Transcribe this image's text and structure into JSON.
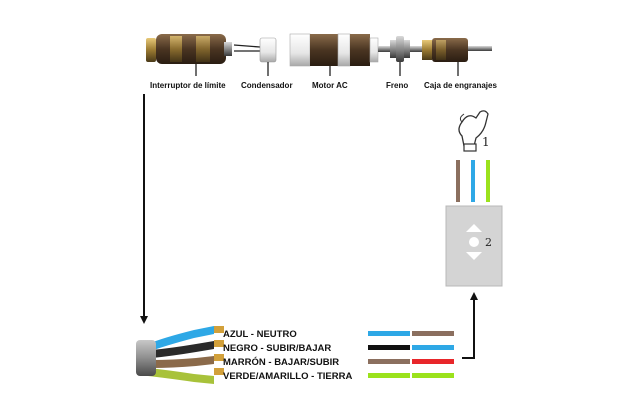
{
  "components": [
    {
      "id": "limit-switch",
      "label": "Interruptor de límite"
    },
    {
      "id": "capacitor",
      "label": "Condensador"
    },
    {
      "id": "ac-motor",
      "label": "Motor  AC"
    },
    {
      "id": "brake",
      "label": "Freno"
    },
    {
      "id": "gearbox",
      "label": "Caja de engranajes"
    }
  ],
  "wires": [
    {
      "label": "AZUL - NEUTRO",
      "colors": [
        "#2ea8e6",
        "#8b6f5f"
      ]
    },
    {
      "label": "NEGRO -  SUBIR/BAJAR",
      "colors": [
        "#111111",
        "#2ea8e6"
      ]
    },
    {
      "label": "MARRÓN - BAJAR/SUBIR",
      "colors": [
        "#8b6f5f",
        "#e8262a"
      ]
    },
    {
      "label": "VERDE/AMARILLO - TIERRA",
      "colors": [
        "#9be21c",
        "#9be21c"
      ]
    }
  ],
  "switch": {
    "number": "2",
    "wire_colors": [
      "#8b6f5f",
      "#2ea8e6",
      "#9be21c"
    ]
  },
  "hand": {
    "number": "1"
  }
}
